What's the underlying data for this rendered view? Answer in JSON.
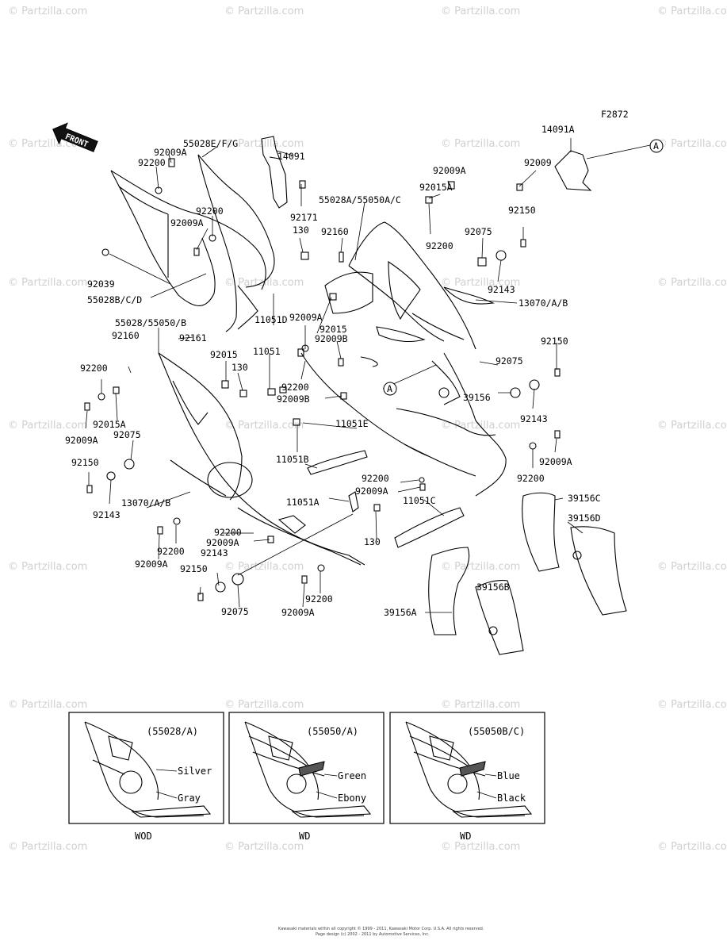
{
  "figure_code": "F2872",
  "front_label": "FRONT",
  "watermarks": [
    "© Partzilla.com",
    "© Partzilla.com",
    "© Partzilla.com",
    "© Partzilla.com",
    "© Partzilla.com",
    "© Partzilla.com",
    "© Partzilla.com",
    "© Partzilla.com",
    "© Partzilla.com",
    "© Partzilla.com",
    "© Partzilla.com",
    "© Partzilla.com",
    "© Partzilla.com",
    "© Partzilla.com",
    "© Partzilla.com",
    "© Partzilla.com",
    "© Partzilla.com",
    "© Partzilla.com",
    "© Partzilla.com",
    "© Partzilla.com",
    "© Partzilla.com",
    "© Partzilla.com",
    "© Partzilla.com",
    "© Partzilla.com",
    "© Partzilla.com",
    "© Partzilla.com",
    "© Partzilla.com",
    "© Partzilla.com",
    "© Partzilla.com",
    "© Partzilla.com",
    "© Partzilla.com",
    "© Partzilla.com",
    "© Partzilla.com",
    "© Partzilla.com",
    "© Partzilla.com",
    "© Partzilla.com",
    "© Partzilla.com"
  ],
  "callout_a": "A",
  "labels": [
    "55028E/F/G",
    "14091",
    "92009A",
    "92200",
    "92200",
    "92009A",
    "92039",
    "55028B/C/D",
    "92171",
    "130",
    "55028A/55050A/C",
    "92160",
    "92009A",
    "92015A",
    "92200",
    "14091A",
    "92009",
    "92150",
    "92075",
    "92143",
    "13070/A/B",
    "55028/55050/B",
    "92160",
    "92161",
    "11051D",
    "11051",
    "92009A",
    "92015",
    "92009B",
    "92015",
    "130",
    "92200",
    "92009B",
    "92200",
    "92015A",
    "92009A",
    "92075",
    "92150",
    "92143",
    "13070/A/B",
    "11051E",
    "11051B",
    "11051A",
    "92200",
    "92009A",
    "11051C",
    "130",
    "92200",
    "92009A",
    "92143",
    "92150",
    "92075",
    "92200",
    "92009A",
    "92200",
    "92009A",
    "92150",
    "92075",
    "39156",
    "92143",
    "92009A",
    "92200",
    "39156C",
    "39156D",
    "39156B",
    "39156A"
  ],
  "insets": [
    {
      "code": "(55028/A)",
      "color_top": "Silver",
      "color_bottom": "Gray",
      "caption": "WOD"
    },
    {
      "code": "(55050/A)",
      "color_top": "Green",
      "color_bottom": "Ebony",
      "caption": "WD"
    },
    {
      "code": "(55050B/C)",
      "color_top": "Blue",
      "color_bottom": "Black",
      "caption": "WD"
    }
  ],
  "footer_line1": "Kawasaki materials within all copyright © 1999 - 2011, Kawasaki Motor Corp. U.S.A. All rights reserved.",
  "footer_line2": "Page design (c) 2002 - 2011 by Automotive Services, Inc."
}
